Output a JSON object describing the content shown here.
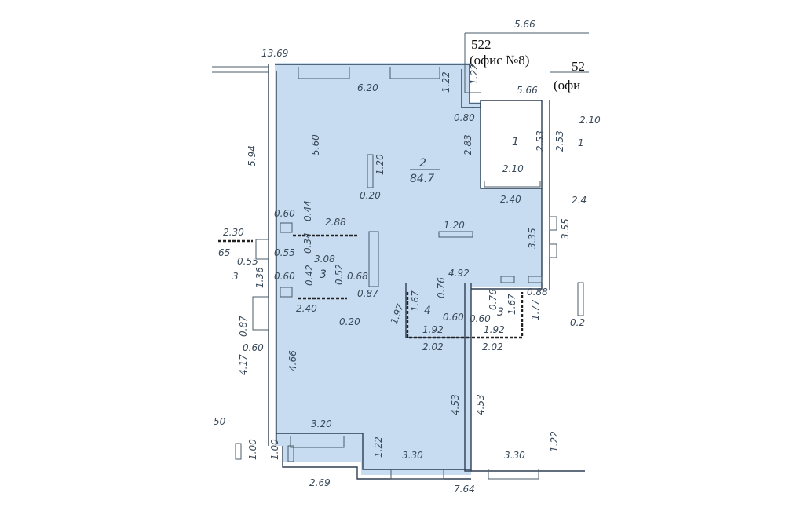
{
  "plan": {
    "fill_color": "#c7dcf0",
    "wall_color": "#2e3f52",
    "unit_label": "522",
    "unit_name": "(офис №8)",
    "neighbor_label": "52",
    "neighbor_name": "(офи",
    "rooms": [
      {
        "number": "1"
      },
      {
        "number": "2",
        "area": "84.7"
      },
      {
        "number": "3"
      },
      {
        "number": "4"
      },
      {
        "number": "3"
      }
    ],
    "dimensions": [
      "13.69",
      "5.66",
      "6.20",
      "1.22",
      "1.22",
      "5.66",
      "0.80",
      "2.10",
      "5.94",
      "5.60",
      "1.20",
      "0.20",
      "2.83",
      "2.53",
      "2.53",
      "1",
      "2.10",
      "2.40",
      "2.4",
      "0.60",
      "0.44",
      "2.88",
      "1.20",
      "3.35",
      "3.55",
      "2.30",
      "65",
      "0.55",
      "0.34",
      "3.08",
      "0.55",
      "3",
      "1.36",
      "0.60",
      "0.42",
      "0.52",
      "0.68",
      "4.92",
      "0.87",
      "0.88",
      "1.97",
      "1.67",
      "0.76",
      "0.76",
      "1.67",
      "1.77",
      "0.60",
      "0.60",
      "2.40",
      "0.20",
      "0.87",
      "1.92",
      "1.92",
      "0.2",
      "0.60",
      "2.02",
      "2.02",
      "4.17",
      "4.66",
      "4.53",
      "4.53",
      "50",
      "3.20",
      "1.00",
      "1.00",
      "1.22",
      "3.30",
      "3.30",
      "1.22",
      "2.69",
      "7.64"
    ]
  }
}
